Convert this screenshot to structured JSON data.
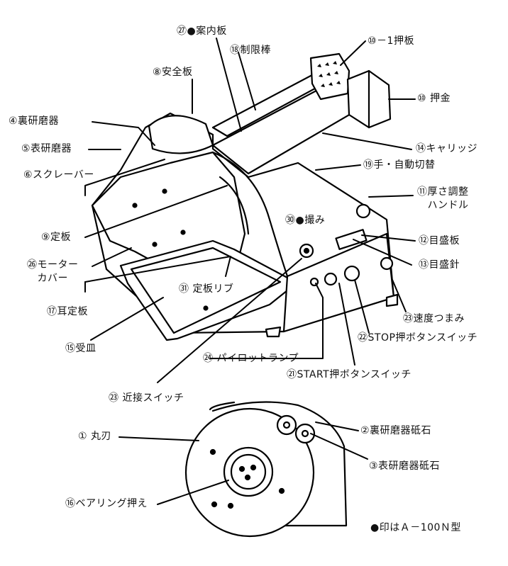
{
  "labels": {
    "l27": "㉗●案内板",
    "l18": "⑱制限棒",
    "l10_1": "⑩－1押板",
    "l8": "⑧安全板",
    "l10": "⑩ 押金",
    "l4": "④裏研磨器",
    "l5": "⑤表研磨器",
    "l14": "⑭キャリッジ",
    "l19": "⑲手・自動切替",
    "l6": "⑥スクレーバー",
    "l11": "⑪厚さ調整\n　ハンドル",
    "l30": "㉚●撮み",
    "l9": "⑨定板",
    "l12": "⑫目盛板",
    "l26": "㉖モーター\n　カバー",
    "l13": "⑬目盛針",
    "l31": "㉛ 定板リブ",
    "l17": "⑰耳定板",
    "l25": "㉓速度つまみ",
    "l15": "⑮受皿",
    "l22": "㉒STOP押ボタンスイッチ",
    "l24": "㉔ パイロットランプ",
    "l21": "㉑START押ボタンスイッチ",
    "l23": "㉓ 近接スイッチ",
    "l1": "① 丸刃",
    "l2": "②裏研磨器砥石",
    "l3": "③表研磨器砥石",
    "l16": "⑯ベアリング押え",
    "note": "●印はＡ－100Ｎ型"
  }
}
